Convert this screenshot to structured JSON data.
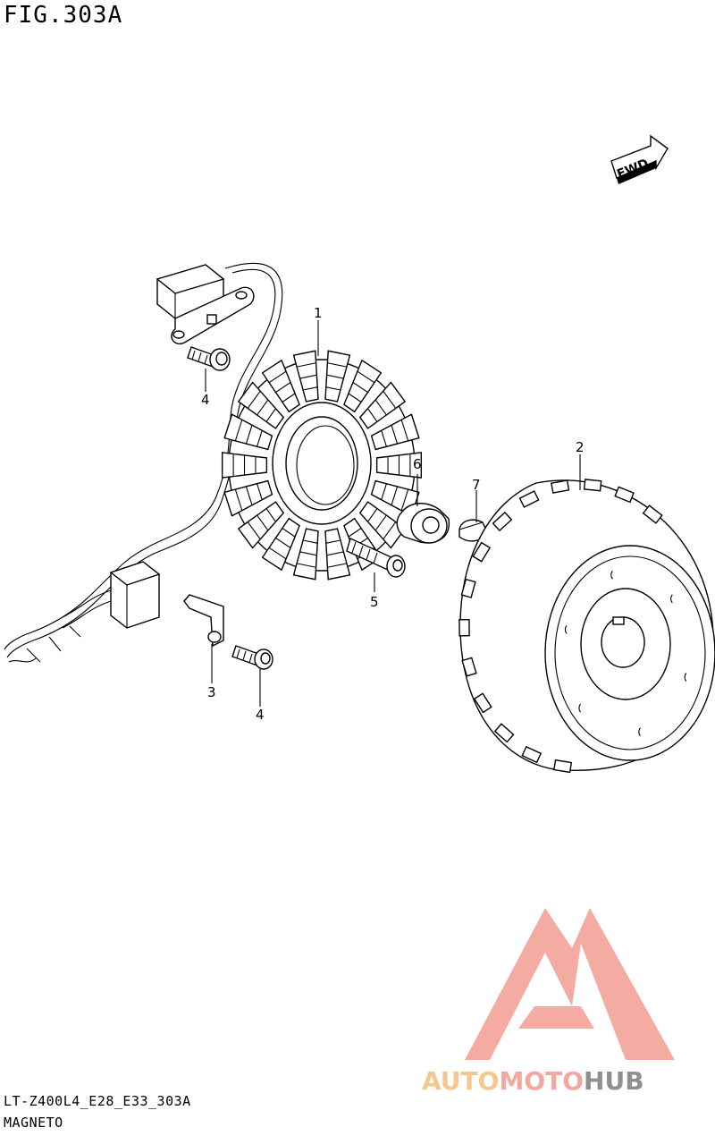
{
  "figure": {
    "title": "FIG.303A",
    "model_code": "LT-Z400L4_E28_E33_303A",
    "section_name": "MAGNETO"
  },
  "direction_marker": {
    "label": "FWD"
  },
  "callouts": [
    {
      "id": "c1",
      "number": "1"
    },
    {
      "id": "c2",
      "number": "2"
    },
    {
      "id": "c3",
      "number": "3"
    },
    {
      "id": "c4a",
      "number": "4"
    },
    {
      "id": "c4b",
      "number": "4"
    },
    {
      "id": "c5",
      "number": "5"
    },
    {
      "id": "c6",
      "number": "6"
    },
    {
      "id": "c7",
      "number": "7"
    }
  ],
  "watermark": {
    "parts": [
      "AUTO",
      "MOTO",
      "HUB"
    ],
    "colors": {
      "auto": "#f5c48a",
      "moto": "#f2a39a",
      "hub": "#8a8a8a",
      "triangle": "#f4a79e"
    }
  }
}
